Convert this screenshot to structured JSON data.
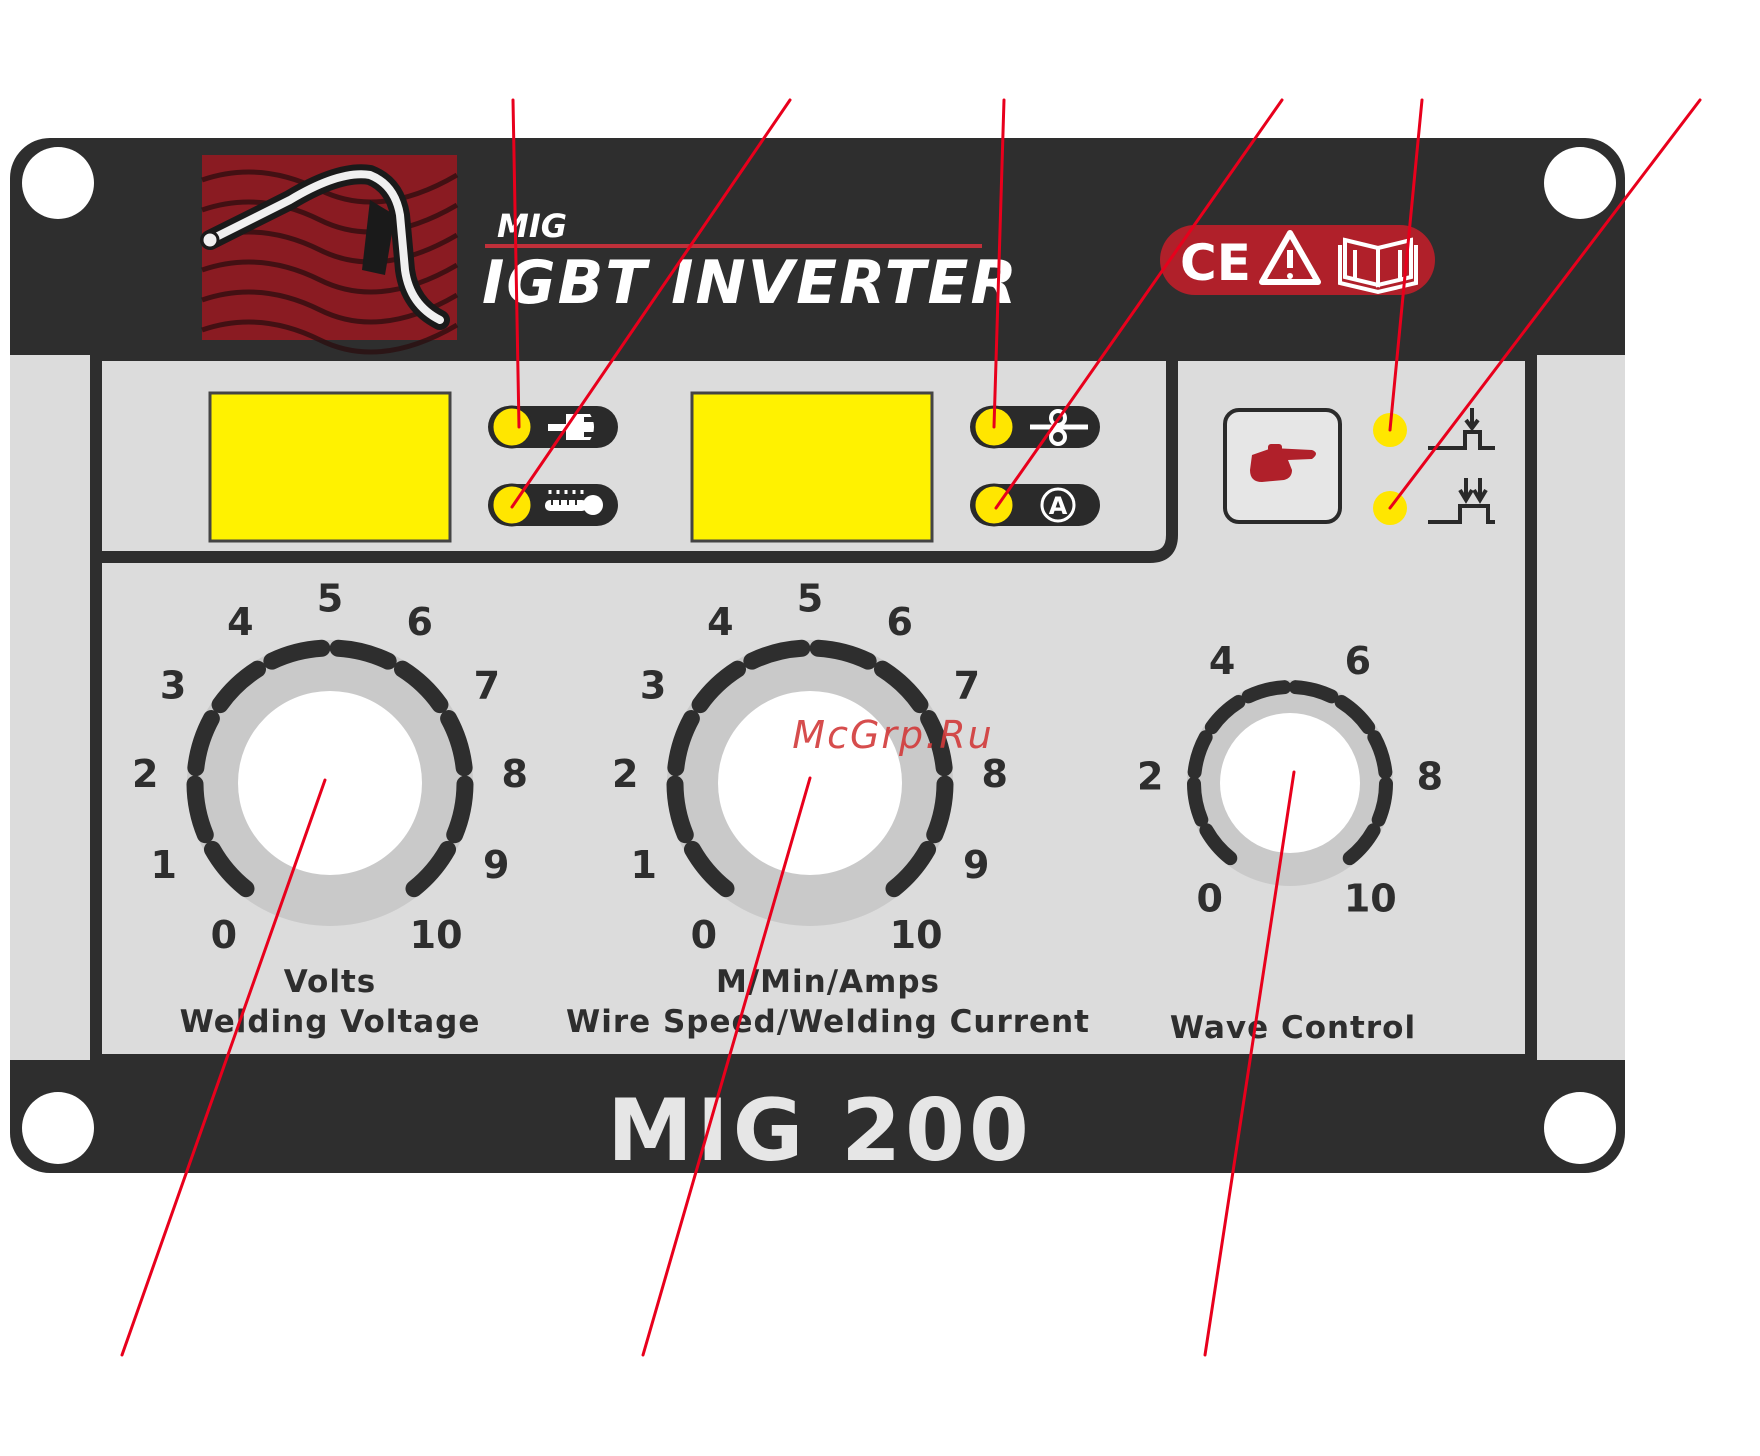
{
  "header": {
    "mig_small": "MIG",
    "igbt_inverter": "IGBT INVERTER"
  },
  "badges": [
    "CE",
    "warning-triangle-icon",
    "manual-book-icon"
  ],
  "knobs": {
    "voltage": {
      "ticks": [
        "0",
        "1",
        "2",
        "3",
        "4",
        "5",
        "6",
        "7",
        "8",
        "9",
        "10"
      ],
      "label_line1": "Volts",
      "label_line2": "Welding Voltage"
    },
    "wire": {
      "ticks": [
        "0",
        "1",
        "2",
        "3",
        "4",
        "5",
        "6",
        "7",
        "8",
        "9",
        "10"
      ],
      "label_line1": "M/Min/Amps",
      "label_line2": "Wire Speed/Welding Current"
    },
    "wave": {
      "ticks": [
        "0",
        "2",
        "4",
        "6",
        "8",
        "10"
      ],
      "label_line1": "Wave Control"
    }
  },
  "indicators": [
    "power-plug-icon",
    "thermometer-icon",
    "wire-feed-icon",
    "ampere-icon",
    "2t-mode-icon",
    "4t-mode-icon",
    "hand-pointer-icon"
  ],
  "model": "MIG 200",
  "watermark": "McGrp.Ru",
  "colors": {
    "panel_dark": "#2e2e2e",
    "panel_light": "#dcdcdc",
    "display": "#fff200",
    "led": "#ffe600",
    "leader": "#e8001c",
    "brand_red": "#b0202a"
  }
}
